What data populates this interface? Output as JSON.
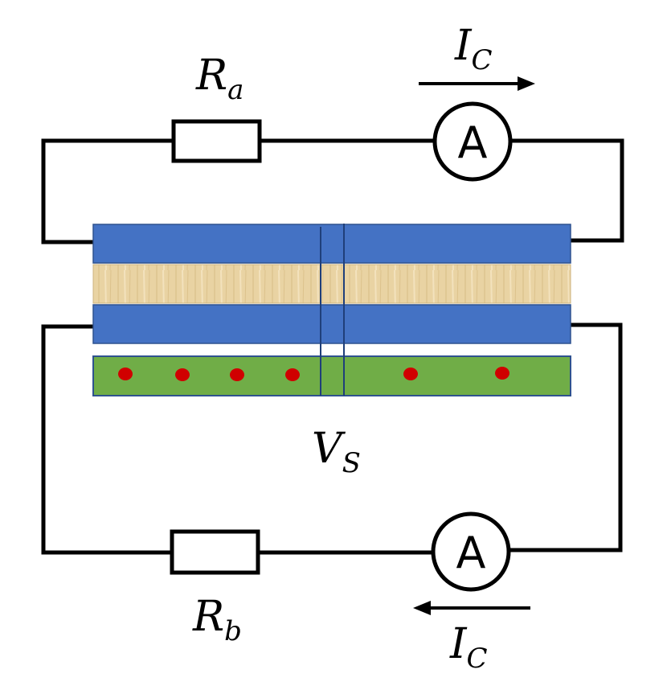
{
  "labels": {
    "resistor_top": {
      "main": "R",
      "sub": "a"
    },
    "resistor_bottom": {
      "main": "R",
      "sub": "b"
    },
    "current_top": {
      "main": "I",
      "sub": "C"
    },
    "current_bottom": {
      "main": "I",
      "sub": "C"
    },
    "voltage": {
      "main": "V",
      "sub": "S"
    },
    "ammeter_top": "A",
    "ammeter_bottom": "A"
  },
  "colors": {
    "electrode": "#4472c4",
    "barrier": "#e7cf9a",
    "channel": "#70ad47",
    "particle": "#d00000",
    "wire": "#000000"
  },
  "arrows": {
    "top": "right",
    "bottom": "left"
  }
}
